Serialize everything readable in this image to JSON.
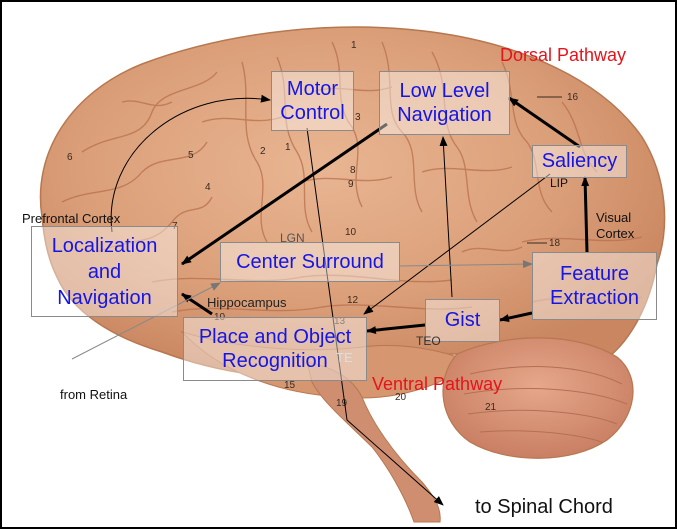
{
  "boxes": {
    "motor_control": "Motor\nControl",
    "low_level_navigation": "Low Level\nNavigation",
    "saliency": "Saliency",
    "localization_navigation": "Localization\nand\nNavigation",
    "center_surround": "Center Surround",
    "feature_extraction": "Feature\nExtraction",
    "gist": "Gist",
    "place_object_recognition": "Place and Object\nRecognition"
  },
  "labels": {
    "dorsal_pathway": "Dorsal Pathway",
    "ventral_pathway": "Ventral Pathway",
    "prefrontal_cortex": "Prefrontal Cortex",
    "visual_cortex": "Visual\nCortex",
    "lip": "LIP",
    "lgn": "LGN",
    "hippocampus": "Hippocampus",
    "teo": "TEO",
    "te": "TE",
    "from_retina": "from Retina",
    "to_spinal_chord": "to Spinal Chord"
  },
  "brain_numbers": [
    "1",
    "2",
    "1",
    "3",
    "4",
    "5",
    "6",
    "7",
    "8",
    "9",
    "10",
    "10",
    "12",
    "13",
    "15",
    "16",
    "18",
    "19",
    "20",
    "21"
  ],
  "colors": {
    "box_text": "#1515e6",
    "pathway_label": "#e5141b",
    "brain_tissue": "#d99a72",
    "cerebellum": "#d88e72"
  }
}
